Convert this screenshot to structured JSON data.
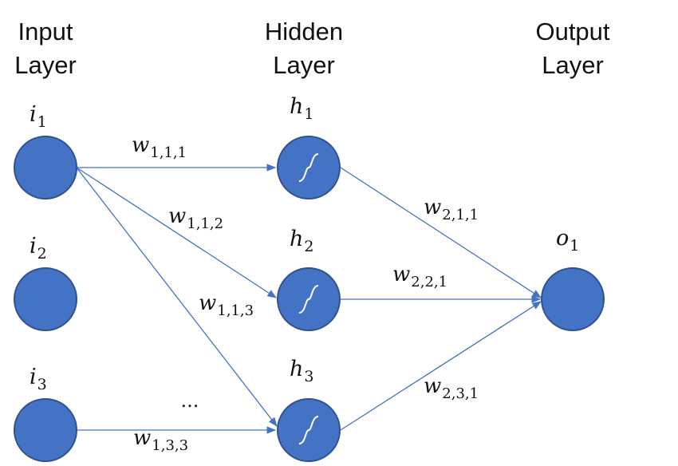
{
  "layers": {
    "input": {
      "title_line1": "Input",
      "title_line2": "Layer"
    },
    "hidden": {
      "title_line1": "Hidden",
      "title_line2": "Layer"
    },
    "output": {
      "title_line1": "Output",
      "title_line2": "Layer"
    }
  },
  "nodes": {
    "i1": {
      "base": "i",
      "sub": "1"
    },
    "i2": {
      "base": "i",
      "sub": "2"
    },
    "i3": {
      "base": "i",
      "sub": "3"
    },
    "h1": {
      "base": "h",
      "sub": "1"
    },
    "h2": {
      "base": "h",
      "sub": "2"
    },
    "h3": {
      "base": "h",
      "sub": "3"
    },
    "o1": {
      "base": "o",
      "sub": "1"
    }
  },
  "weights": {
    "w111": {
      "base": "w",
      "sub": "1,1,1"
    },
    "w112": {
      "base": "w",
      "sub": "1,1,2"
    },
    "w113": {
      "base": "w",
      "sub": "1,1,3"
    },
    "w133": {
      "base": "w",
      "sub": "1,3,3"
    },
    "w211": {
      "base": "w",
      "sub": "2,1,1"
    },
    "w221": {
      "base": "w",
      "sub": "2,2,1"
    },
    "w231": {
      "base": "w",
      "sub": "2,3,1"
    }
  },
  "ellipsis": "...",
  "icons": {
    "hidden_activation": "sigmoid-icon"
  },
  "colors": {
    "neuron_fill": "#4472C4",
    "edge": "#4472C4",
    "text": "#111111"
  }
}
